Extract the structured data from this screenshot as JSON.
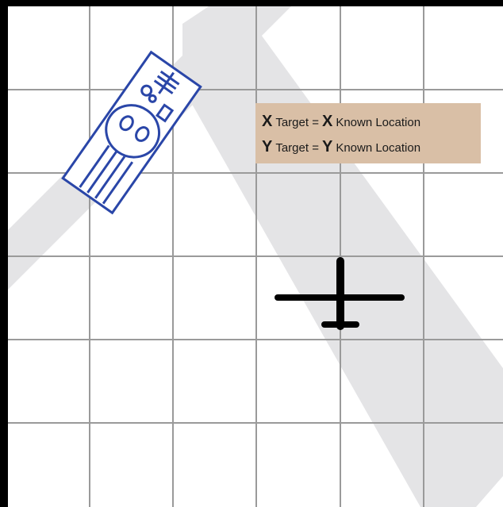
{
  "diagram": {
    "colors": {
      "background": "#ffffff",
      "grid": "#9a9a9a",
      "border": "#000000",
      "road": "#e4e4e6",
      "label_box": "#d9bfa6",
      "vehicle": "#2a46a8",
      "aircraft": "#000000"
    },
    "grid": {
      "columns": 6,
      "rows": 6
    },
    "equations": [
      {
        "var_left": "X",
        "target_word": "Target =",
        "var_right": "X",
        "rest": "Known Location"
      },
      {
        "var_left": "Y",
        "target_word": "Target =",
        "var_right": "Y",
        "rest": "Known Location"
      }
    ],
    "icons": {
      "vehicle": "ground-vehicle-icon",
      "aircraft": "aircraft-icon"
    }
  }
}
